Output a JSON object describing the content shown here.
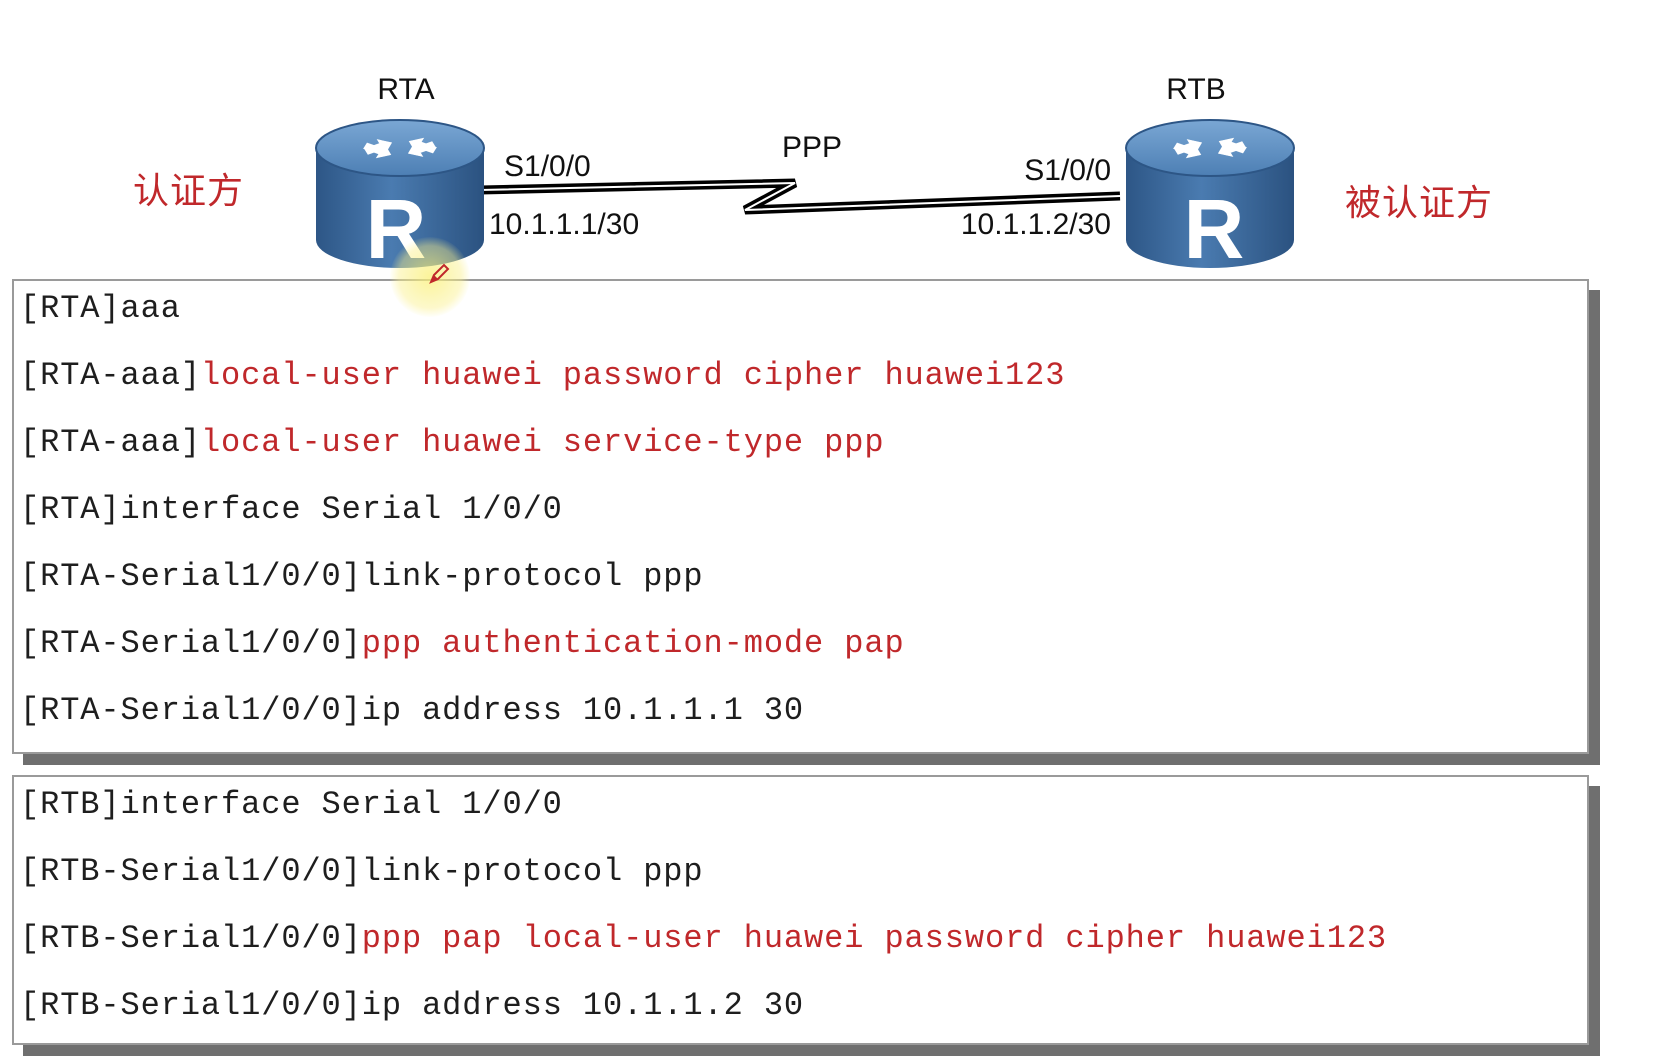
{
  "topology": {
    "routers": [
      {
        "name": "RTA",
        "role": "认证方",
        "interface": "S1/0/0",
        "address": "10.1.1.1/30",
        "icon_letter": "R"
      },
      {
        "name": "RTB",
        "role": "被认证方",
        "interface": "S1/0/0",
        "address": "10.1.1.2/30",
        "icon_letter": "R"
      }
    ],
    "link_label": "PPP"
  },
  "rta_config": [
    {
      "prompt": "[RTA]",
      "command": "aaa",
      "highlighted": false
    },
    {
      "prompt": "[RTA-aaa]",
      "command": "local-user huawei password cipher huawei123",
      "highlighted": true
    },
    {
      "prompt": "[RTA-aaa]",
      "command": "local-user huawei service-type ppp",
      "highlighted": true
    },
    {
      "prompt": "[RTA]",
      "command": "interface Serial 1/0/0",
      "highlighted": false
    },
    {
      "prompt": "[RTA-Serial1/0/0]",
      "command": "link-protocol ppp",
      "highlighted": false
    },
    {
      "prompt": "[RTA-Serial1/0/0]",
      "command": "ppp authentication-mode pap",
      "highlighted": true
    },
    {
      "prompt": "[RTA-Serial1/0/0]",
      "command": "ip address 10.1.1.1 30",
      "highlighted": false
    }
  ],
  "rtb_config": [
    {
      "prompt": "[RTB]",
      "command": "interface Serial 1/0/0",
      "highlighted": false
    },
    {
      "prompt": "[RTB-Serial1/0/0]",
      "command": "link-protocol ppp",
      "highlighted": false
    },
    {
      "prompt": "[RTB-Serial1/0/0]",
      "command": "ppp pap local-user huawei password cipher huawei123",
      "highlighted": true
    },
    {
      "prompt": "[RTB-Serial1/0/0]",
      "command": "ip address 10.1.1.2 30",
      "highlighted": false
    }
  ],
  "colors": {
    "highlight_text": "#c0282b",
    "normal_text": "#1e1e1e",
    "router_body": "#3b6a9c",
    "router_top": "#5d8fc0",
    "panel_shadow": "#6f6f6f"
  },
  "icons": {
    "router": "router-icon",
    "cursor": "pen-cursor-icon"
  }
}
